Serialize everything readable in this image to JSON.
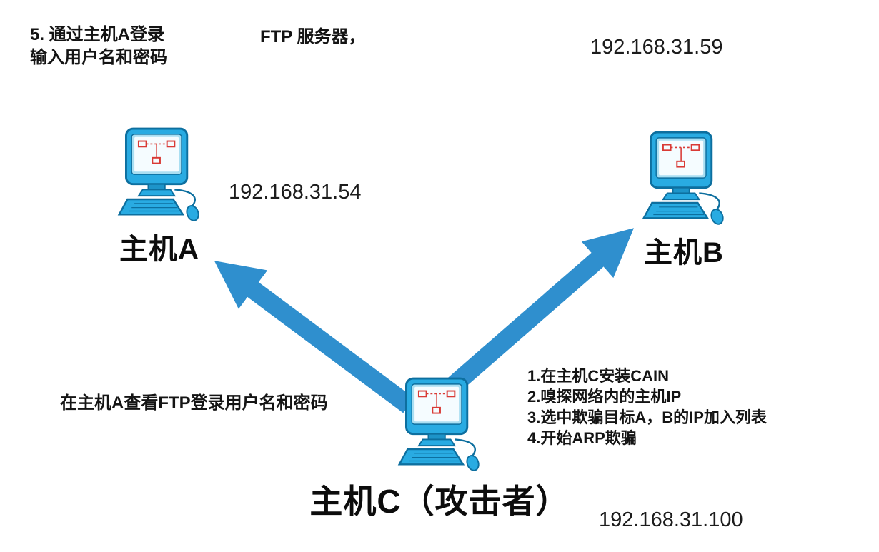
{
  "colors": {
    "arrow": "#2f8fce",
    "computer_body": "#29abe2",
    "computer_outline": "#0d6f9f",
    "computer_neck": "#1d94c9",
    "screen_glyph_red": "#d93a35",
    "text": "#111111"
  },
  "notes": {
    "step5_line1": "5. 通过主机A登录",
    "step5_line2": "输入用户名和密码",
    "ftp_server": "FTP 服务器，",
    "view_credentials": "在主机A查看FTP登录用户名和密码"
  },
  "hosts": {
    "a": {
      "label": "主机A",
      "ip": "192.168.31.54"
    },
    "b": {
      "label": "主机B",
      "ip": "192.168.31.59"
    },
    "c": {
      "label": "主机C（攻击者）",
      "ip": "192.168.31.100"
    }
  },
  "attack_steps": [
    "1.在主机C安装CAIN",
    "2.嗅探网络内的主机IP",
    "3.选中欺骗目标A，B的IP加入列表",
    "4.开始ARP欺骗"
  ]
}
